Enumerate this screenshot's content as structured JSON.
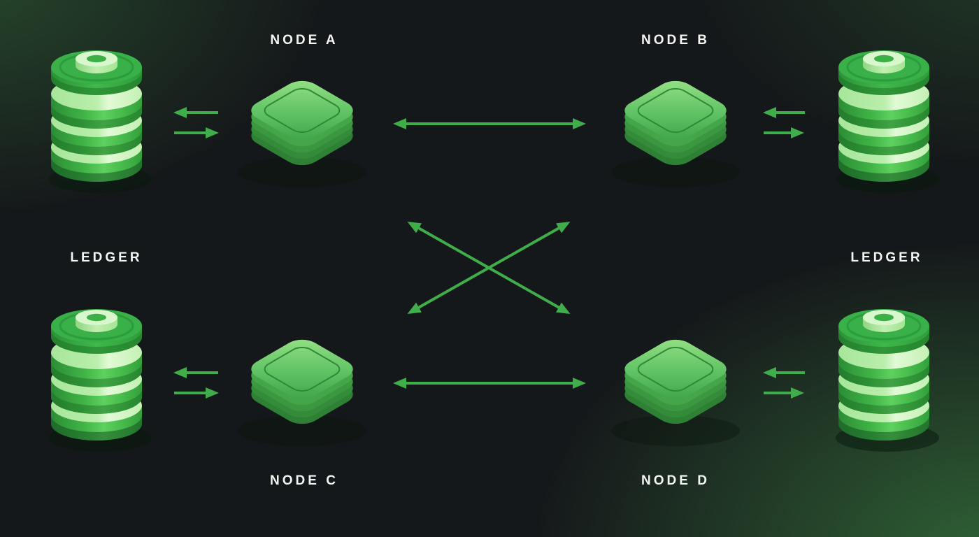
{
  "labels": {
    "node_a": "NODE A",
    "node_b": "NODE B",
    "node_c": "NODE C",
    "node_d": "NODE D",
    "ledger_left": "LEDGER",
    "ledger_right": "LEDGER"
  },
  "colors": {
    "arrow_green": "#3fae4a",
    "label_text": "#f4f6f3",
    "bg_base": "#15181a",
    "bg_glow_corner": "#2d5c33",
    "node_top_light": "#9ae287",
    "node_top_dark": "#3da246",
    "ledger_pale": "#b9eeab",
    "ledger_green": "#3fb246"
  },
  "icons": {
    "node_platform": "isometric-rounded-square-platform",
    "ledger_stack": "isometric-database-cylinder-stack",
    "exchange_arrows": "two-opposite-horizontal-arrows",
    "double_arrow": "bidirectional-arrow"
  },
  "connections": [
    {
      "from": "ledger-left-top",
      "to": "node-a",
      "type": "exchange"
    },
    {
      "from": "ledger-left-bottom",
      "to": "node-c",
      "type": "exchange"
    },
    {
      "from": "ledger-right-top",
      "to": "node-b",
      "type": "exchange"
    },
    {
      "from": "ledger-right-bottom",
      "to": "node-d",
      "type": "exchange"
    },
    {
      "from": "node-a",
      "to": "node-b",
      "type": "bidirectional"
    },
    {
      "from": "node-c",
      "to": "node-d",
      "type": "bidirectional"
    },
    {
      "from": "node-a",
      "to": "node-d",
      "type": "bidirectional"
    },
    {
      "from": "node-b",
      "to": "node-c",
      "type": "bidirectional"
    }
  ]
}
